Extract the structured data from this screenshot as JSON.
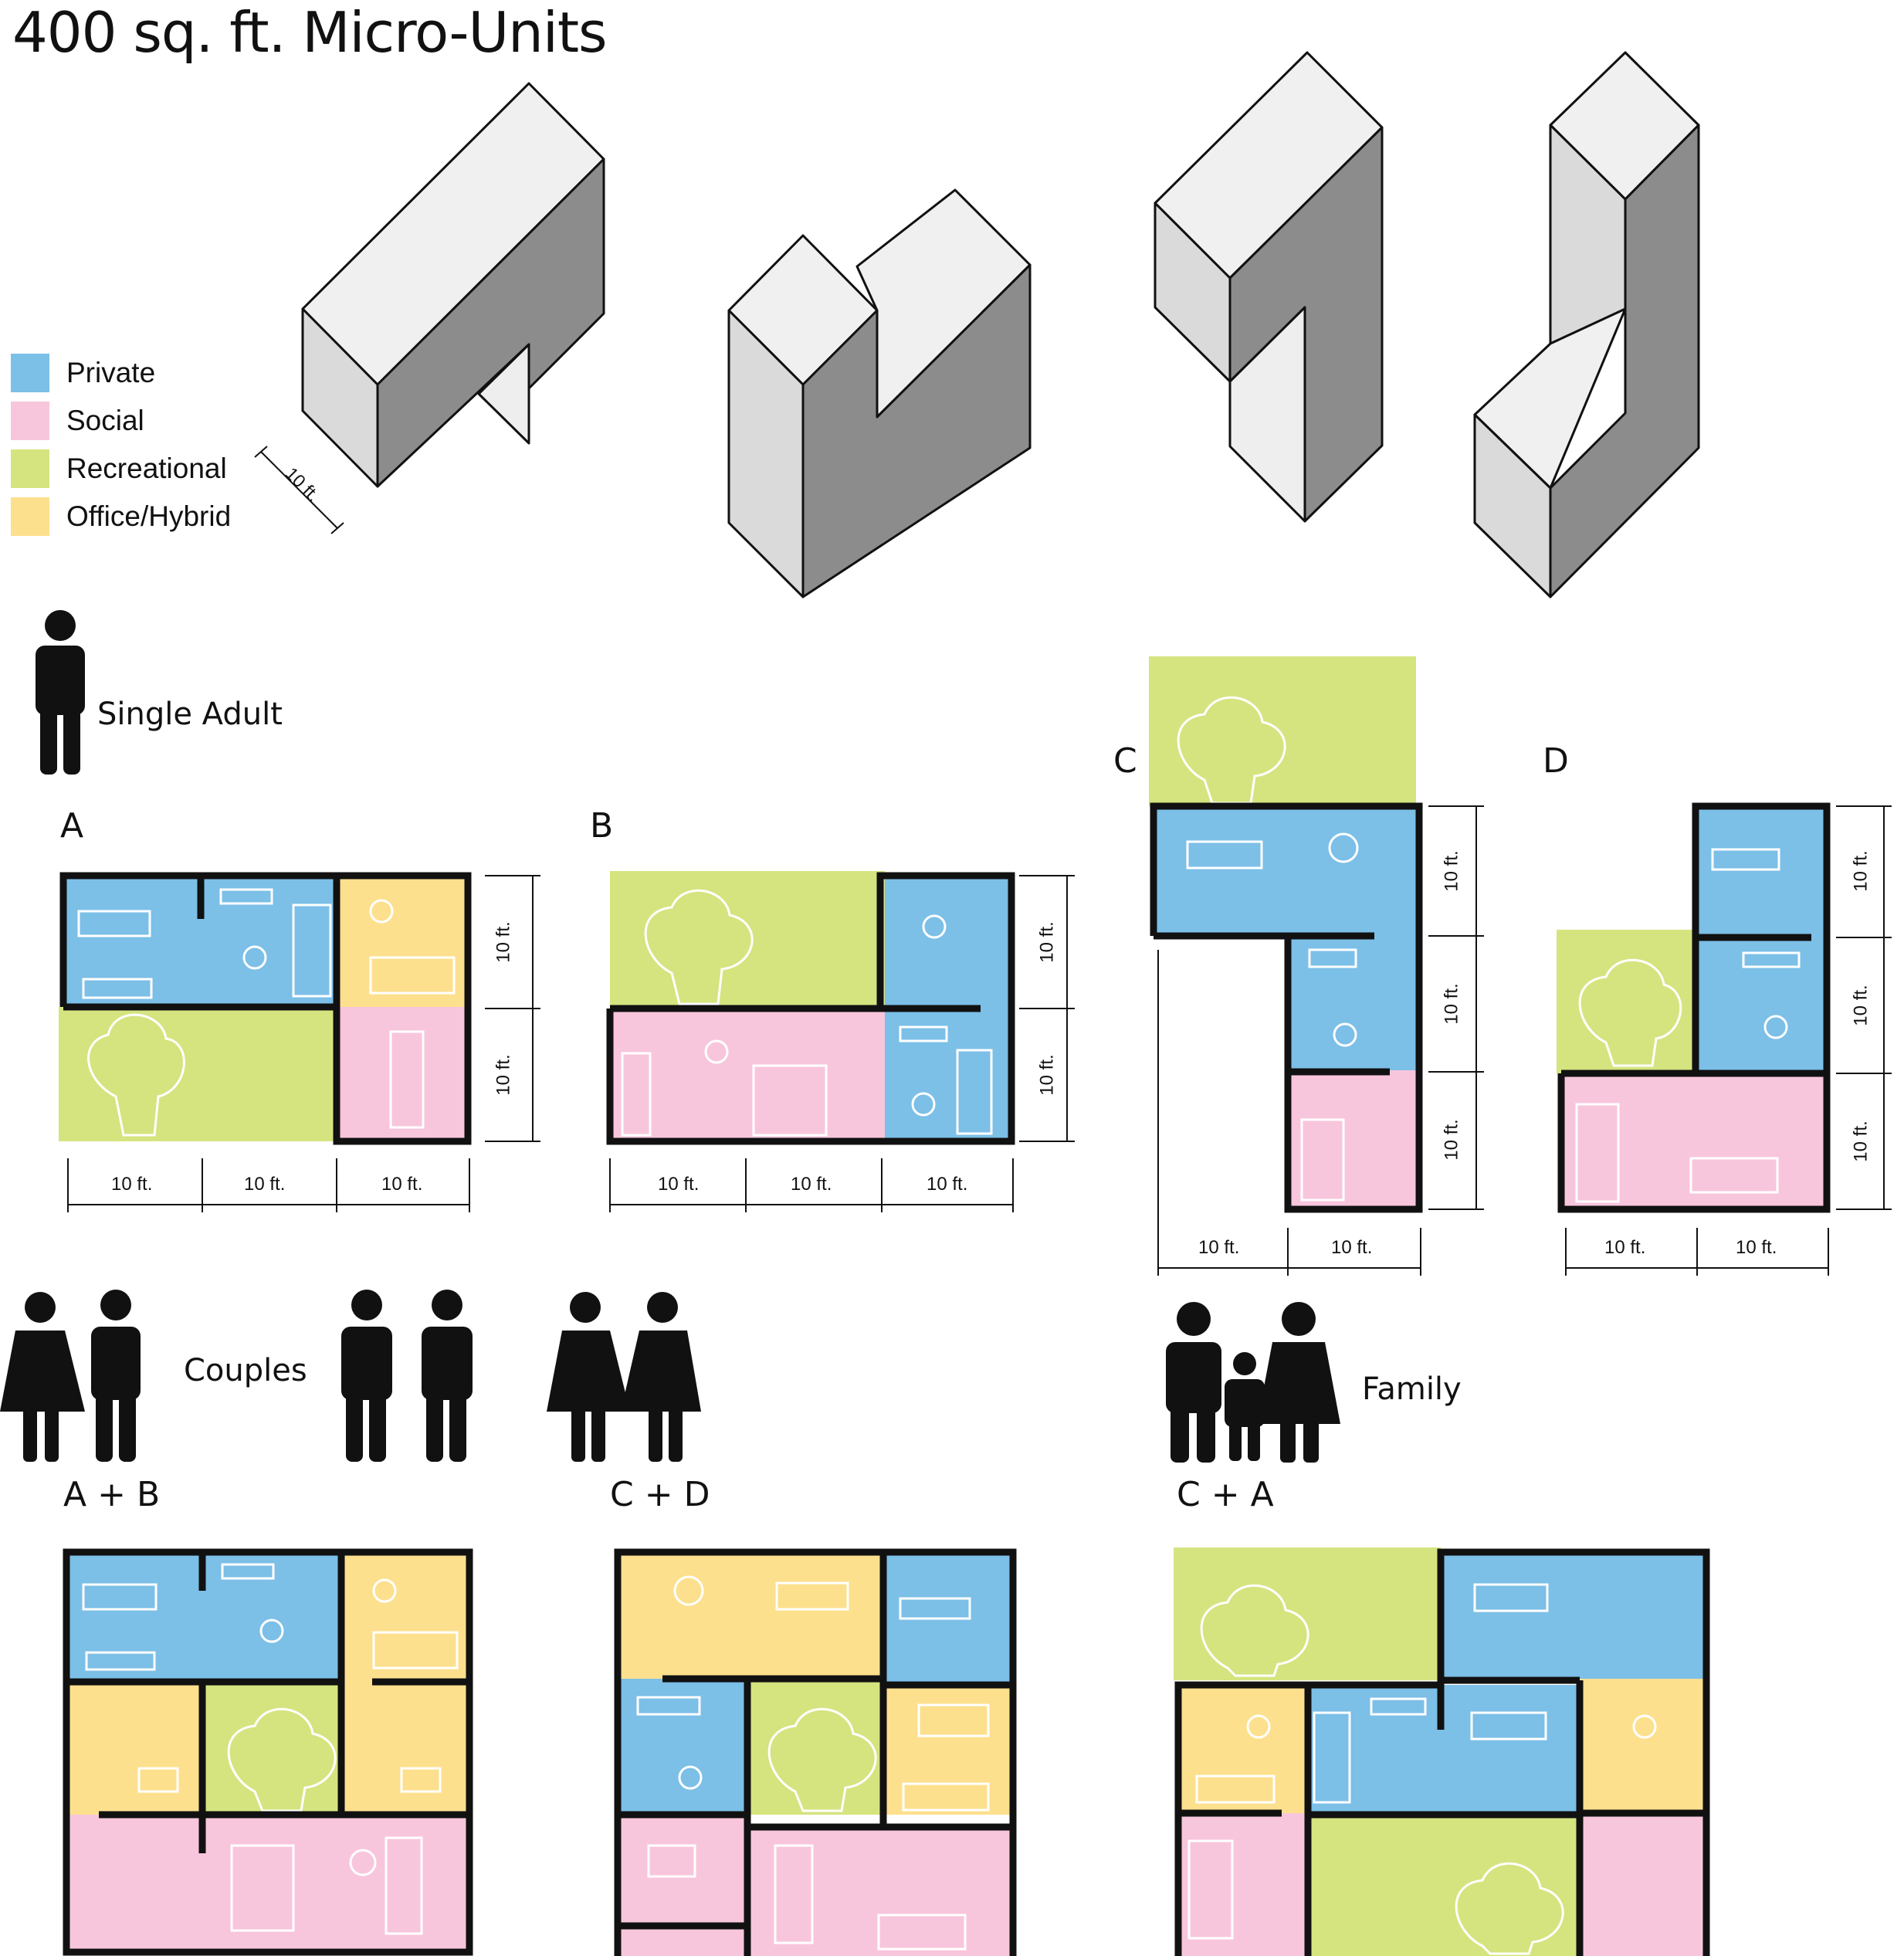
{
  "title": "400 sq. ft. Micro-Units",
  "legend": {
    "items": [
      {
        "label": "Private",
        "color": "#7cbfe7"
      },
      {
        "label": "Social",
        "color": "#f8c6dc"
      },
      {
        "label": "Recreational",
        "color": "#d5e47f"
      },
      {
        "label": "Office/Hybrid",
        "color": "#fde08e"
      }
    ]
  },
  "iso": {
    "dimension": "10 ft."
  },
  "personas": {
    "single": "Single Adult",
    "couples": "Couples",
    "family": "Family"
  },
  "units": {
    "a": "A",
    "b": "B",
    "c": "C",
    "d": "D"
  },
  "combos": {
    "ab": "A + B",
    "cd": "C + D",
    "ca": "C + A"
  },
  "dimension_label": "10 ft."
}
